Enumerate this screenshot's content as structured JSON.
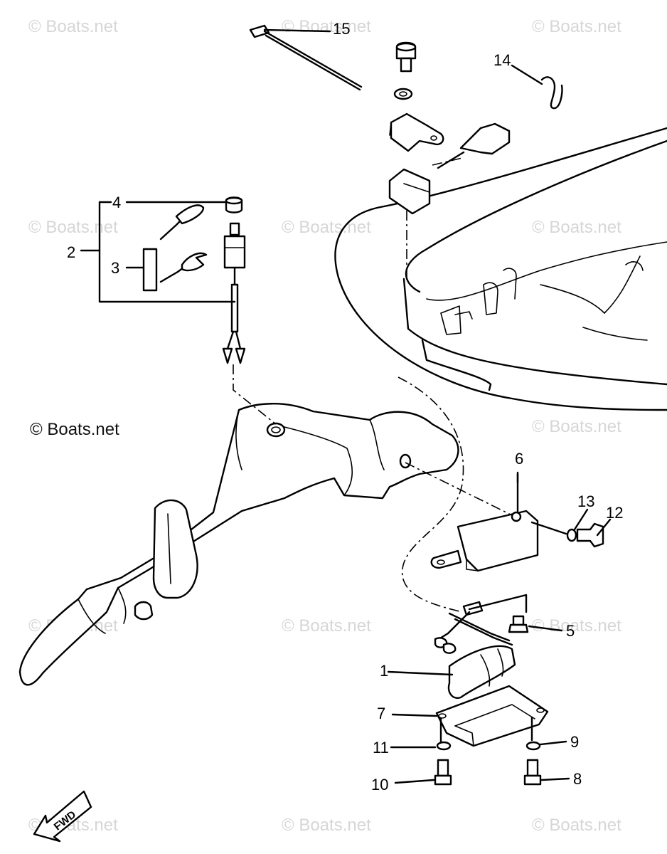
{
  "diagram": {
    "watermark": "© Boats.net",
    "main_watermark": "© Boats.net",
    "fwd_label": "FWD",
    "callouts": [
      "1",
      "2",
      "3",
      "4",
      "5",
      "6",
      "7",
      "8",
      "9",
      "10",
      "11",
      "12",
      "13",
      "14",
      "15"
    ]
  }
}
